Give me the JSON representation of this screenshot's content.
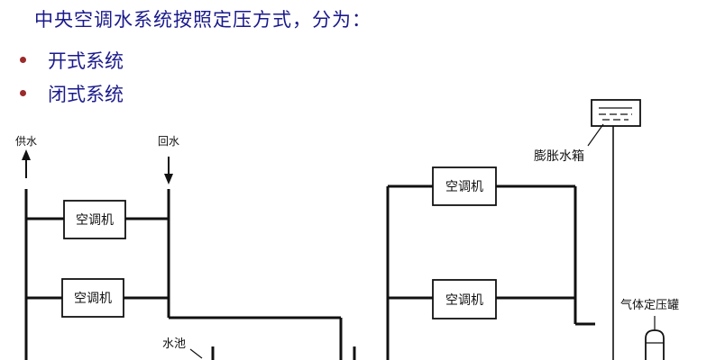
{
  "heading": "中央空调水系统按照定压方式，分为：",
  "bullets": [
    {
      "text": "开式系统"
    },
    {
      "text": "闭式系统"
    }
  ],
  "diagram": {
    "supply_label": "供水",
    "return_label": "回水",
    "ac_unit_label": "空调机",
    "pool_label": "水池",
    "expansion_tank_label": "膨胀水箱",
    "pressure_tank_label": "气体定压罐"
  }
}
